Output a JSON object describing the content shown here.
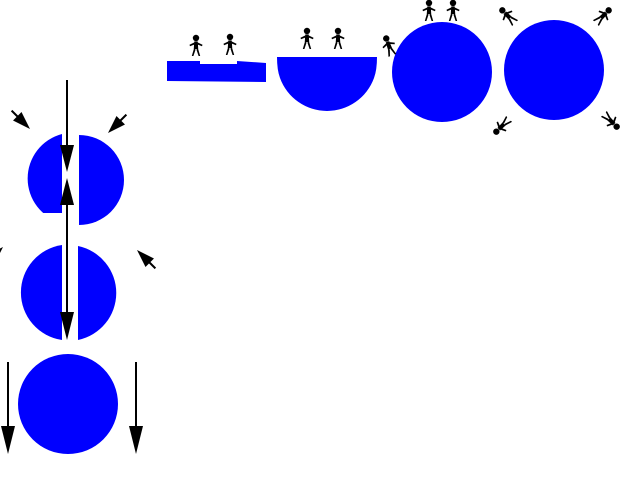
{
  "colors": {
    "background": "#ffffff",
    "shape_fill": "#0000ff",
    "arrow": "#000000",
    "figure": "#000000"
  },
  "icons": {
    "person": "person-icon",
    "arrow": "arrow-icon"
  },
  "diagram": {
    "left_column": [
      "split-circle",
      "split-circle",
      "whole-circle"
    ],
    "top_row": [
      "flat-slab",
      "half-disc",
      "circle-with-people-on-top",
      "circle-with-people-around"
    ]
  }
}
